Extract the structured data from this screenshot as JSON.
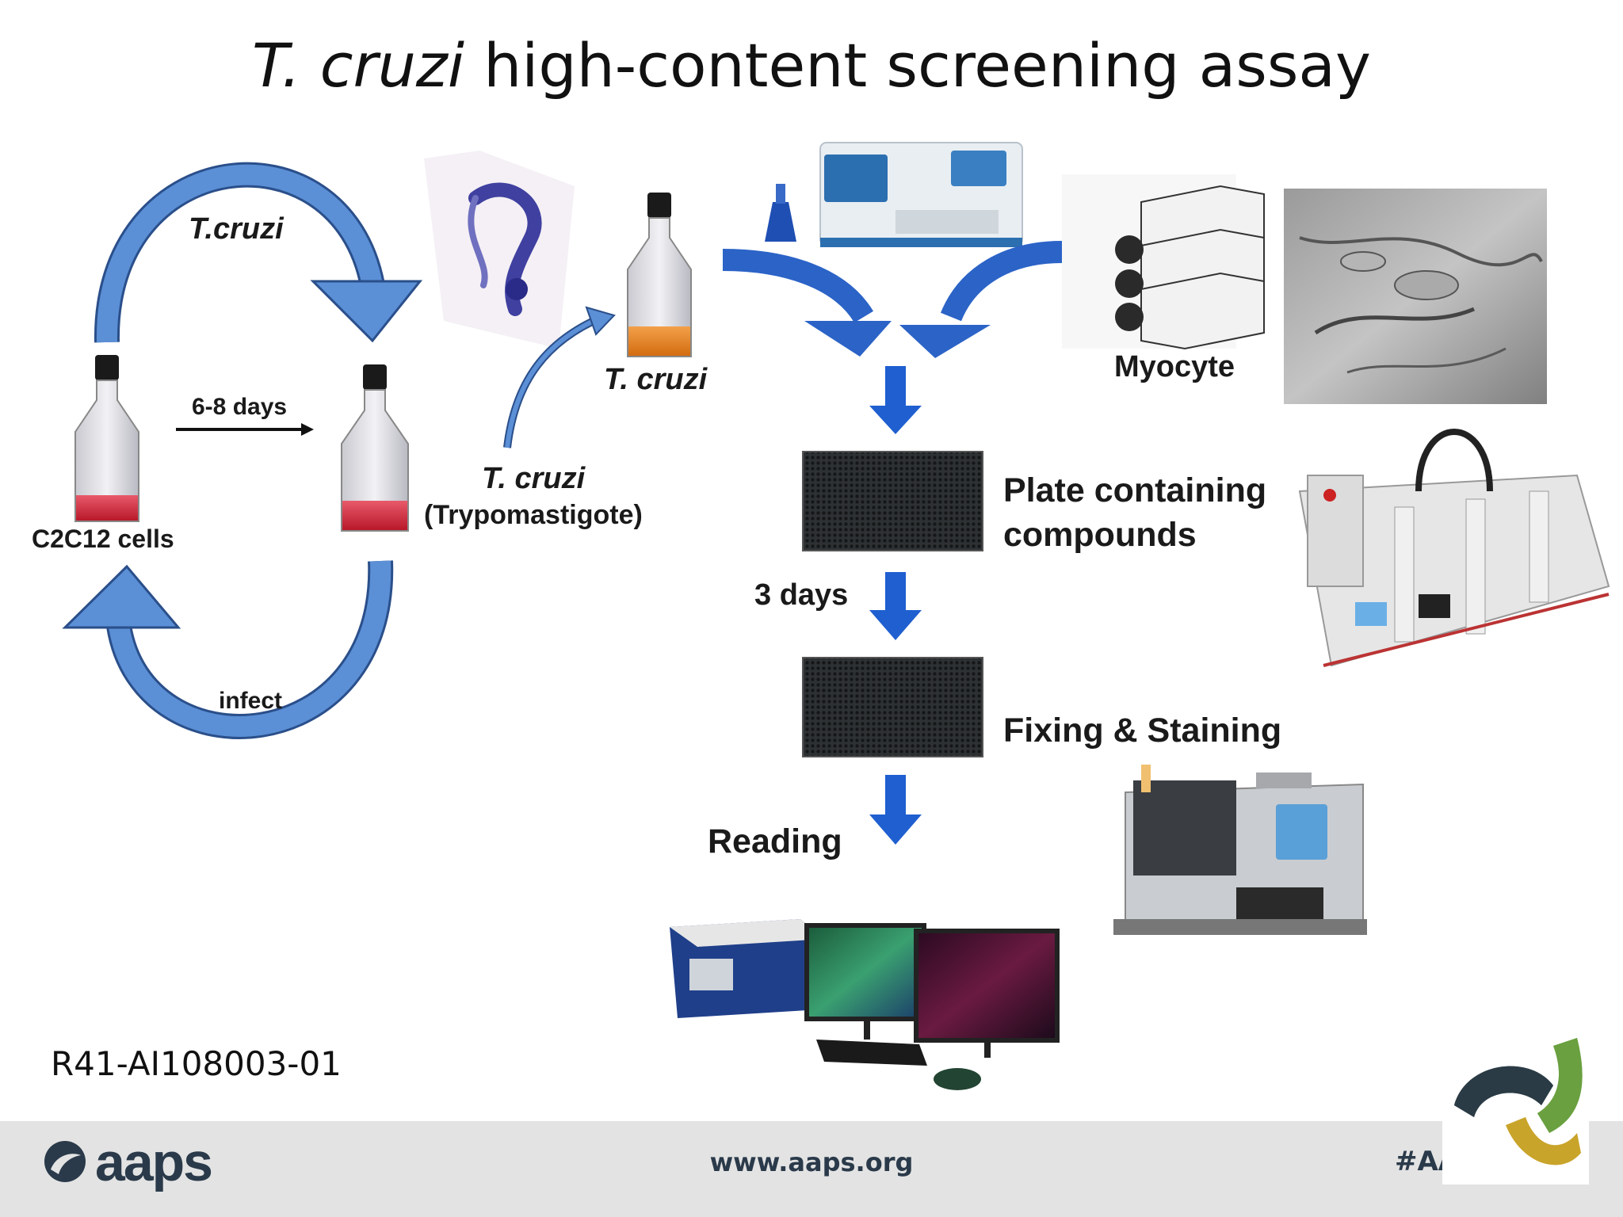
{
  "title": {
    "italic": "T. cruzi",
    "rest": " high-content screening assay"
  },
  "labels": {
    "tcruzi_arc": "T.cruzi",
    "days_6_8": "6-8 days",
    "c2c12": "C2C12 cells",
    "infect": "infect",
    "tcruzi_flask": "T. cruzi",
    "tcruzi_tryp": "T. cruzi",
    "trypomastigote": "(Trypomastigote)",
    "myocyte": "Myocyte",
    "plate_line1": "Plate containing",
    "plate_line2": "compounds",
    "days_3": "3 days",
    "fixing": "Fixing & Staining",
    "reading": "Reading"
  },
  "grant": "R41-AI108003-01",
  "footer": {
    "logo_text": "aaps",
    "url": "www.aaps.org",
    "hashtag": "#AA"
  },
  "colors": {
    "arrow_blue": "#5b8fd6",
    "arrow_dark": "#2b63c7",
    "media_red": "#d12a3a",
    "media_orange": "#e8821a",
    "plate": "#2a2d2f",
    "footer": "#e3e3e3"
  }
}
